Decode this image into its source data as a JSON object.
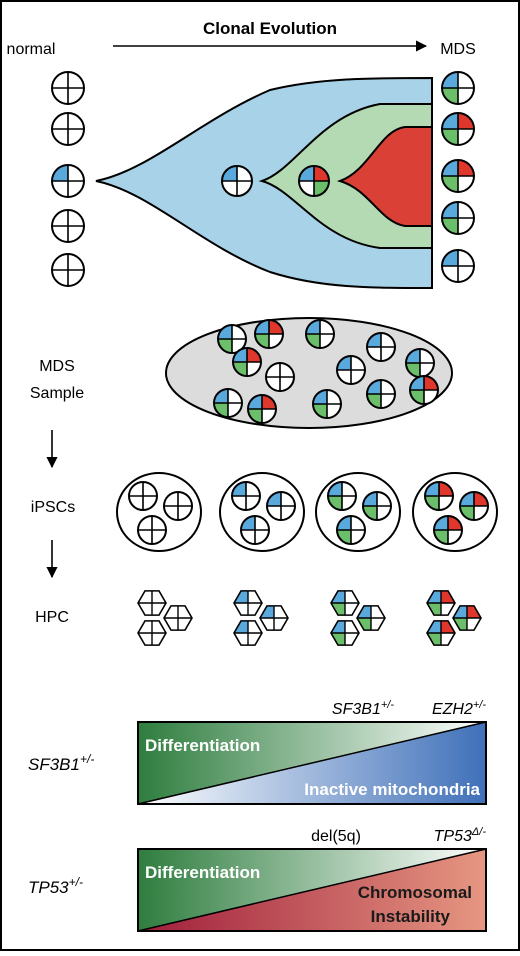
{
  "title": "Clonal Evolution",
  "evolution": {
    "left_label": "normal",
    "right_label": "MDS"
  },
  "rows": {
    "mds_sample": "MDS\nSample",
    "ipscs": "iPSCs",
    "hpc": "HPC"
  },
  "gradient1": {
    "row_label": "SF3B1",
    "row_label_sup": "+/-",
    "top_left_text": "Differentiation",
    "bottom_right_text": "Inactive mitochondria",
    "marker1_base": "SF3B1",
    "marker1_sup": "+/-",
    "marker2_base": "EZH2",
    "marker2_sup": "+/-"
  },
  "gradient2": {
    "row_label": "TP53",
    "row_label_sup": "+/-",
    "top_left_text": "Differentiation",
    "bottom_right_line1": "Chromosomal",
    "bottom_right_line2": "Instability",
    "marker1": "del(5q)",
    "marker2_base": "TP53",
    "marker2_sup": "Δ/-"
  },
  "colors": {
    "blue": "#5aa9dc",
    "green": "#6cbf6a",
    "red": "#e0372c",
    "stream_blue": "#a7d2e8",
    "stream_green": "#b4dab3",
    "stream_red": "#da4035",
    "ellipse_fill": "#dcdcdc",
    "dark_green": "#2e7d3e",
    "dark_blue": "#3f70b9",
    "dark_red": "#a01d3a",
    "salmon": "#e69782"
  }
}
